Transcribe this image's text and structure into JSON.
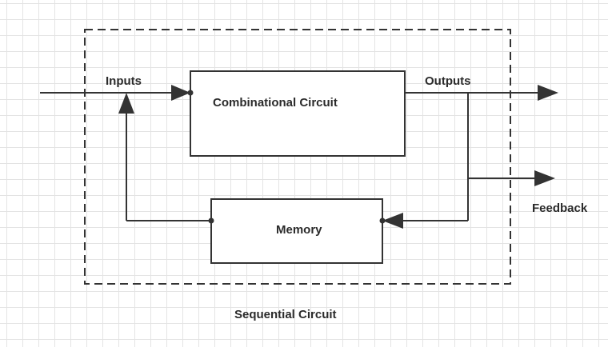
{
  "diagram": {
    "outer_label": "Sequential Circuit",
    "combinational_label": "Combinational Circuit",
    "memory_label": "Memory",
    "inputs_label": "Inputs",
    "outputs_label": "Outputs",
    "feedback_label": "Feedback"
  },
  "colors": {
    "stroke": "#333333",
    "grid": "#e3e3e3",
    "text": "#2b2b2b"
  }
}
